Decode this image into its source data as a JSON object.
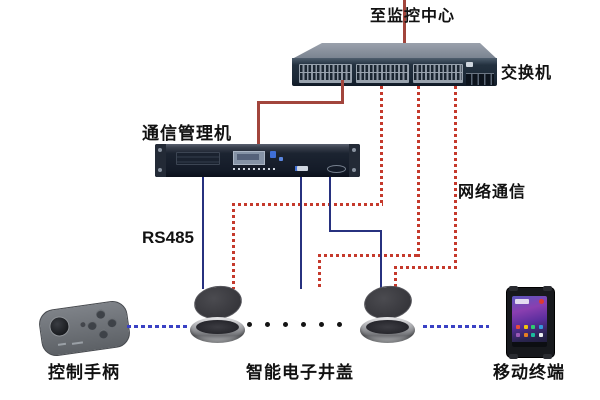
{
  "colors": {
    "background": "#ffffff",
    "label-text": "#111111",
    "solid-red": "#a2453c",
    "dashed-red": "#c5392c",
    "solid-blue": "#27317f",
    "dashed-blue": "#3a41c4",
    "dot-black": "#141414"
  },
  "labels": {
    "to_monitoring_center": "至监控中心",
    "switch": "交换机",
    "comm_manager": "通信管理机",
    "network_comm": "网络通信",
    "rs485": "RS485",
    "control_handle": "控制手柄",
    "smart_manhole": "智能电子井盖",
    "mobile_terminal": "移动终端"
  }
}
